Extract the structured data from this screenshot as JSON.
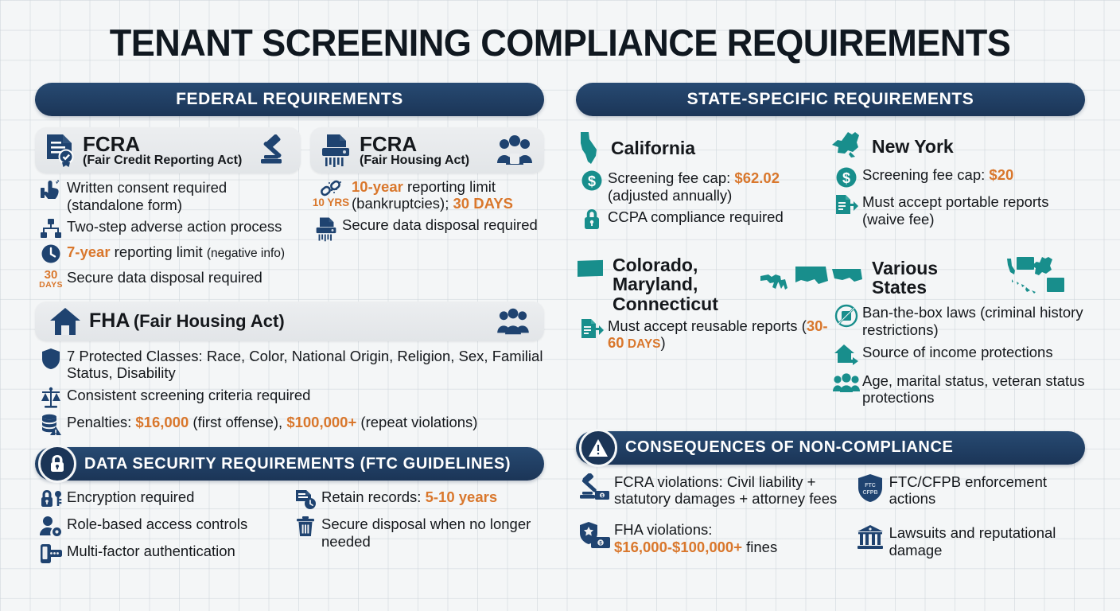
{
  "title": "TENANT SCREENING COMPLIANCE REQUIREMENTS",
  "colors": {
    "navy": "#1b3557",
    "teal": "#188e8c",
    "orange": "#d9772c",
    "card_grey": "#e8eaed",
    "background": "#f4f6f7"
  },
  "federal": {
    "banner": "FEDERAL REQUIREMENTS",
    "fcra_credit": {
      "title": "FCRA",
      "subtitle": "(Fair Credit Reporting Act)",
      "left_icon": "document-check-icon",
      "right_icon": "gavel-icon",
      "bullets": [
        {
          "icon": "hand-signature-icon",
          "text": "Written consent required (standalone form)"
        },
        {
          "icon": "flowchart-icon",
          "text": "Two-step adverse action process"
        },
        {
          "icon": "clock-icon",
          "text_pre": "",
          "highlight": "7-year",
          "text_post": " reporting limit ",
          "note": "(negative info)"
        },
        {
          "icon": "30-days-label-icon",
          "icon_line1": "30",
          "icon_line2": "DAYS",
          "text": "Secure data disposal required"
        }
      ]
    },
    "fcra_housing": {
      "title": "FCRA",
      "subtitle": "(Fair Housing Act)",
      "left_icon": "shredder-icon",
      "right_icon": "people-group-icon",
      "bullets": [
        {
          "icon": "10-yrs-label-icon",
          "icon_line1": "10 YRS",
          "icon_glyph": "broken-chain-icon",
          "highlight1": "10-year",
          "text_mid": " reporting limit (bankruptcies); ",
          "highlight2": "30 DAYS"
        },
        {
          "icon": "shredder-icon",
          "text": "Secure data disposal required"
        }
      ]
    },
    "fha": {
      "title": "FHA",
      "title_sub": "(Fair Housing Act)",
      "left_icon": "house-icon",
      "right_icon": "people-group-icon",
      "bullets": [
        {
          "icon": "shield-icon",
          "text": "7 Protected Classes: Race, Color, National Origin, Religion, Sex, Familial Status, Disability"
        },
        {
          "icon": "scales-icon",
          "text": "Consistent screening criteria required"
        },
        {
          "icon": "coins-warning-icon",
          "text_pre": "Penalties: ",
          "highlight1": "$16,000",
          "text_mid": " (first offense), ",
          "highlight2": "$100,000+",
          "text_post": " (repeat violations)"
        }
      ]
    },
    "data_security": {
      "banner": "DATA SECURITY REQUIREMENTS (FTC GUIDELINES)",
      "banner_icon": "lock-icon",
      "left_bullets": [
        {
          "icon": "lock-key-icon",
          "text": "Encryption required"
        },
        {
          "icon": "user-gear-icon",
          "text": "Role-based access controls"
        },
        {
          "icon": "phone-password-icon",
          "text": "Multi-factor authentication"
        }
      ],
      "right_bullets": [
        {
          "icon": "records-clock-icon",
          "text_pre": "Retain records: ",
          "highlight": "5-10 years"
        },
        {
          "icon": "trash-icon",
          "text": "Secure disposal when no longer needed"
        }
      ]
    }
  },
  "state": {
    "banner": "STATE-SPECIFIC REQUIREMENTS",
    "groups": [
      {
        "name": "California",
        "map_icon": "california-map-icon",
        "bullets": [
          {
            "icon": "dollar-circle-icon",
            "text_pre": "Screening fee cap: ",
            "highlight": "$62.02",
            "text_post": " (adjusted annually)"
          },
          {
            "icon": "padlock-icon",
            "text": "CCPA compliance required"
          }
        ]
      },
      {
        "name": "New York",
        "map_icon": "new-york-map-icon",
        "bullets": [
          {
            "icon": "dollar-circle-icon",
            "text_pre": "Screening fee cap: ",
            "highlight": "$20",
            "text_post": ""
          },
          {
            "icon": "document-arrow-icon",
            "text": "Must accept portable reports (waive fee)"
          }
        ]
      },
      {
        "name": "Colorado, Maryland, Connecticut",
        "map_icon": "colorado-maryland-connecticut-map-icon",
        "bullets": [
          {
            "icon": "document-arrow-icon",
            "text_pre": "Must accept reusable reports (",
            "highlight": "30-60",
            "highlight_unit": " DAYS",
            "text_post": ")"
          }
        ]
      },
      {
        "name": "Various States",
        "map_icon": "various-states-map-icon",
        "bullets": [
          {
            "icon": "no-box-icon",
            "text": "Ban-the-box laws (criminal history restrictions)"
          },
          {
            "icon": "house-arrow-icon",
            "text": "Source of income protections"
          },
          {
            "icon": "people-icon",
            "text": "Age, marital status, veteran status protections"
          }
        ]
      }
    ]
  },
  "consequences": {
    "banner": "CONSEQUENCES OF NON-COMPLIANCE",
    "banner_icon": "warning-triangle-icon",
    "left_bullets": [
      {
        "icon": "gavel-money-icon",
        "text": "FCRA violations: Civil liability + statutory damages + attorney fees"
      },
      {
        "icon": "badge-money-icon",
        "text_pre": "FHA violations: ",
        "highlight": "$16,000-$100,000+",
        "text_post": " fines"
      }
    ],
    "right_bullets": [
      {
        "icon": "ftc-cfpb-shield-icon",
        "shield_line1": "FTC",
        "shield_line2": "CFPB",
        "text": "FTC/CFPB enforcement actions"
      },
      {
        "icon": "courthouse-icon",
        "text": "Lawsuits and reputational damage"
      }
    ]
  }
}
